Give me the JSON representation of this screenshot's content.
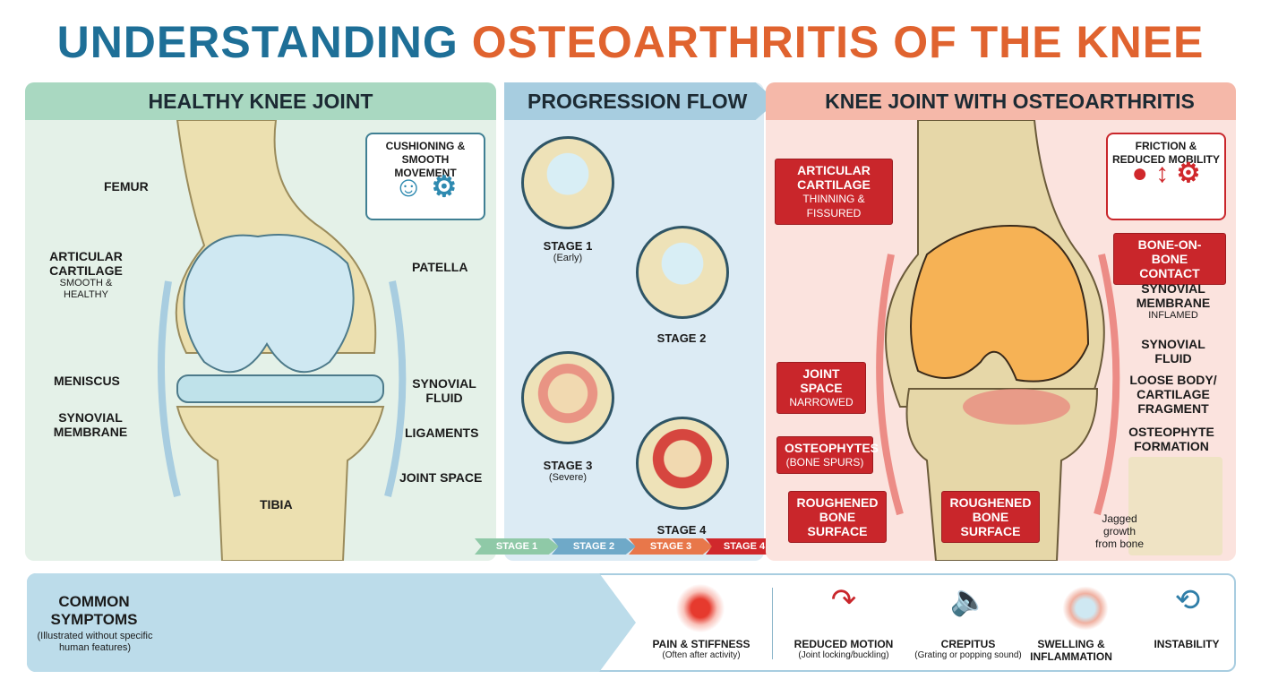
{
  "title": {
    "part1": "UNDERSTANDING",
    "part2": "OSTEOARTHRITIS OF THE KNEE"
  },
  "colors": {
    "blue": "#1e6f97",
    "orange": "#e0632f",
    "red": "#c9262b"
  },
  "healthy": {
    "header": "HEALTHY KNEE JOINT",
    "box": "CUSHIONING & SMOOTH MOVEMENT",
    "labels": {
      "femur": "FEMUR",
      "cartilage": "ARTICULAR CARTILAGE",
      "cartilage_sub": "SMOOTH & HEALTHY",
      "patella": "PATELLA",
      "meniscus": "MENISCUS",
      "synovial_membrane": "SYNOVIAL MEMBRANE",
      "synovial_fluid": "SYNOVIAL FLUID",
      "ligaments": "LIGAMENTS",
      "joint_space": "JOINT SPACE",
      "tibia": "TIBIA"
    }
  },
  "progression": {
    "header": "PROGRESSION FLOW",
    "stages": [
      {
        "label": "STAGE 1",
        "sub": "(Early)"
      },
      {
        "label": "STAGE 2",
        "sub": ""
      },
      {
        "label": "STAGE 3",
        "sub": "(Severe)"
      },
      {
        "label": "STAGE 4",
        "sub": ""
      }
    ],
    "chevrons": [
      "STAGE 1",
      "STAGE 2",
      "STAGE 3",
      "STAGE 4"
    ]
  },
  "oa": {
    "header": "KNEE JOINT WITH OSTEOARTHRITIS",
    "box": "FRICTION & REDUCED MOBILITY",
    "labels": {
      "cartilage": "ARTICULAR CARTILAGE",
      "cartilage_sub": "THINNING & FISSURED",
      "bone_on_bone": "BONE-ON-BONE CONTACT",
      "synovial_membrane": "SYNOVIAL MEMBRANE",
      "synovial_membrane_sub": "INFLAMED",
      "synovial_fluid": "SYNOVIAL FLUID",
      "loose_body": "LOOSE BODY/ CARTILAGE FRAGMENT",
      "osteophyte_formation": "OSTEOPHYTE FORMATION",
      "joint_space": "JOINT SPACE",
      "joint_space_sub": "NARROWED",
      "osteophytes": "OSTEOPHYTES",
      "osteophytes_sub": "(BONE SPURS)",
      "rough1": "ROUGHENED BONE SURFACE",
      "rough2": "ROUGHENED BONE SURFACE",
      "jagged": "Jagged growth from bone"
    }
  },
  "symptoms": {
    "title": "COMMON SYMPTOMS",
    "subtitle": "(Illustrated without specific human features)",
    "items": [
      {
        "label": "PAIN & STIFFNESS",
        "sub": "(Often after activity)"
      },
      {
        "label": "REDUCED MOTION",
        "sub": "(Joint locking/buckling)"
      },
      {
        "label": "CREPITUS",
        "sub": "(Grating or popping sound)"
      },
      {
        "label": "SWELLING & INFLAMMATION",
        "sub": ""
      },
      {
        "label": "INSTABILITY",
        "sub": ""
      }
    ]
  }
}
